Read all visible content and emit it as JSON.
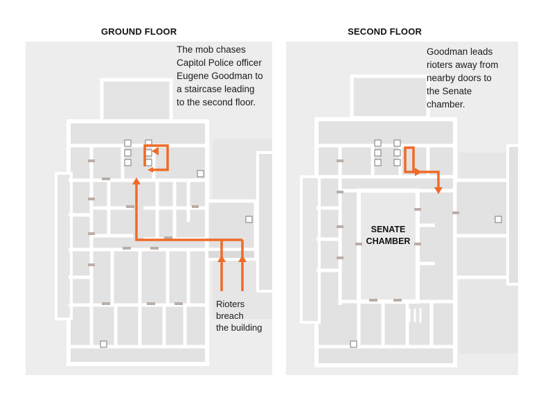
{
  "floors": [
    {
      "title": "GROUND FLOOR",
      "annotations": [
        {
          "lines": [
            "The mob chases",
            "Capitol Police officer",
            "Eugene Goodman to",
            "a staircase leading",
            "to the second floor."
          ]
        },
        {
          "lines": [
            "Rioters",
            "breach",
            "the building"
          ]
        }
      ]
    },
    {
      "title": "SECOND FLOOR",
      "annotations": [
        {
          "lines": [
            "Goodman leads",
            "rioters away from",
            "nearby doors to",
            "the Senate",
            "chamber."
          ]
        }
      ],
      "rooms": [
        {
          "lines": [
            "SENATE",
            "CHAMBER"
          ]
        }
      ]
    }
  ],
  "colors": {
    "route": "#ef6a28",
    "wall": "#ffffff",
    "floor": "#e2e2e2",
    "background": "#ececec",
    "door": "#b9aea7"
  }
}
